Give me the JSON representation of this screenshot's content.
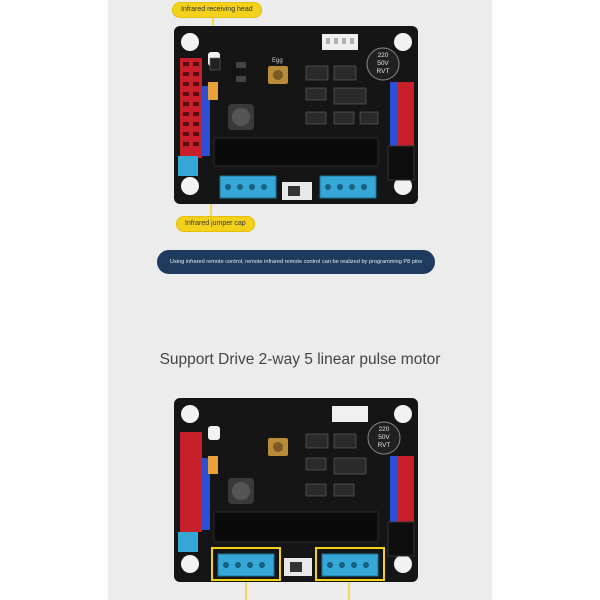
{
  "callouts": {
    "top": "Infrared receiving head",
    "bottom": "Infrared jumper cap"
  },
  "banner": "Using infrared remote control, remote infrared remote control can be realized by programming P8 pins",
  "headline": "Support Drive 2-way 5 linear pulse motor",
  "board": {
    "capacitor": [
      "220",
      "50V",
      "RVT"
    ],
    "chip_label": "Egg"
  },
  "colors": {
    "panel": "#ececec",
    "callout": "#f4d21c",
    "banner": "#1e3b5d",
    "pcb": "#151515",
    "terminal": "#35a8d8"
  }
}
